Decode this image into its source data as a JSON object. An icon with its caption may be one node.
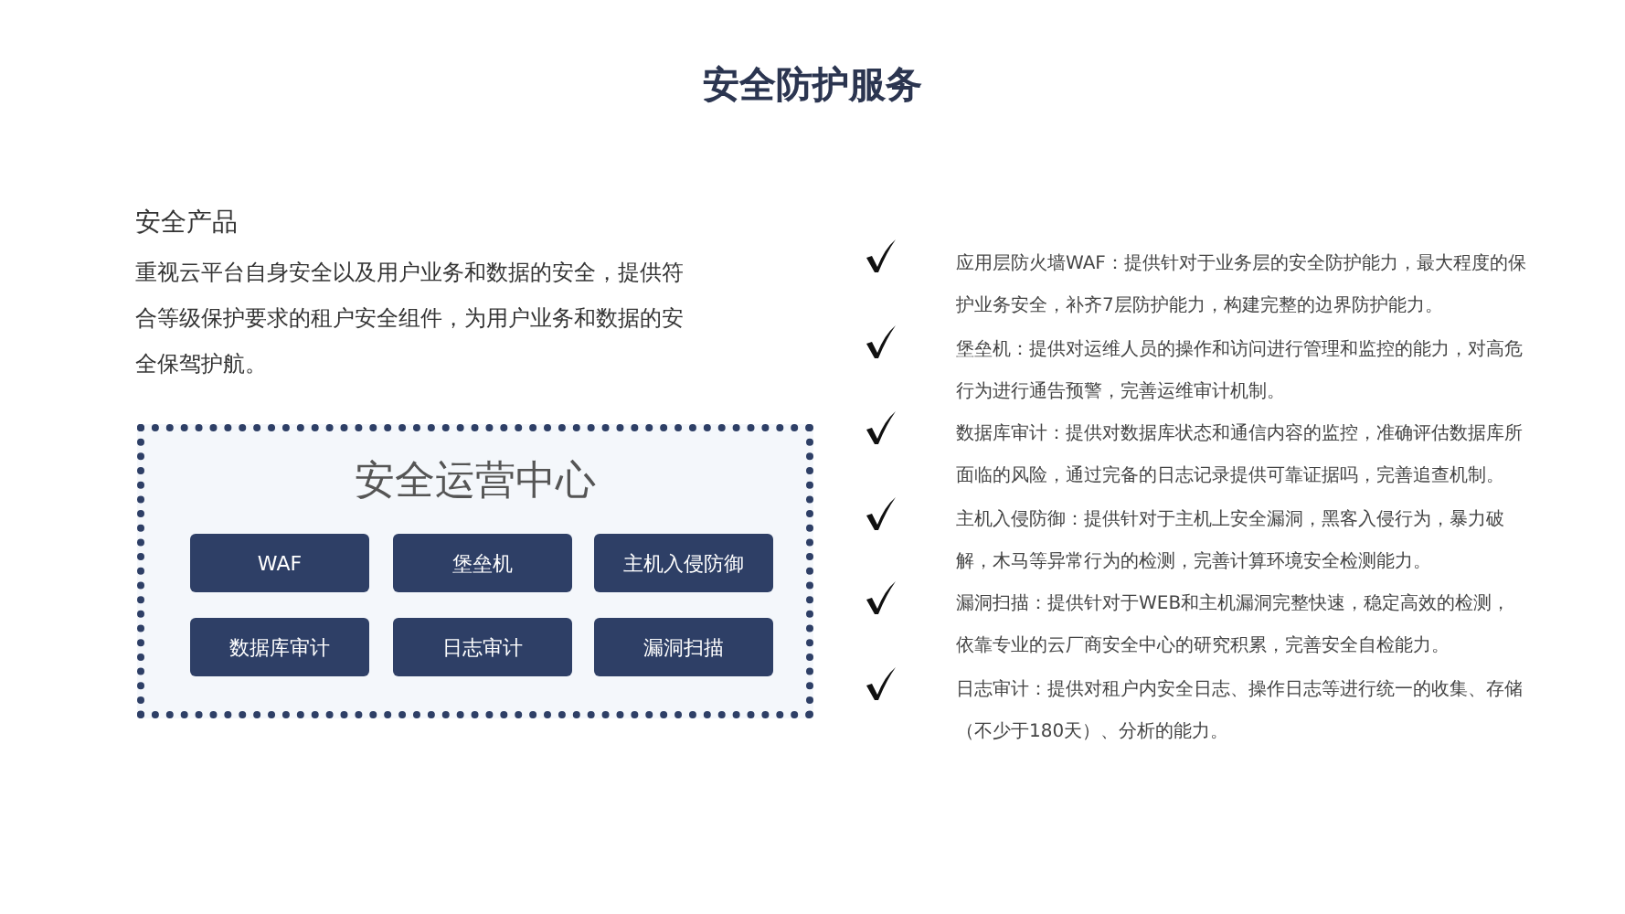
{
  "diagram": {
    "title": "安全防护服务",
    "nodes": [
      {
        "text": [
          "安全运营中心"
        ]
      },
      {
        "text": [
          "WAF"
        ],
        "in": 0
      },
      {
        "text": [
          "堡垒机"
        ],
        "in": 0
      },
      {
        "text": [
          "主机入侵防御"
        ],
        "in": 0
      },
      {
        "text": [
          "数据库审计"
        ],
        "in": 0
      },
      {
        "text": [
          "日志审计"
        ],
        "in": 0
      },
      {
        "text": [
          "漏洞扫描"
        ],
        "in": 0
      }
    ],
    "edges": [],
    "labels": [
      "安全产品",
      "重视云平台自身安全以及用户业务和数据的安全，提供符合等级保护要求的租户安全组件，为用户业务和数据的安全保驾护航。",
      "应用层防火墙WAF：提供针对于业务层的安全防护能力，最大程度的保护业务安全，补齐7层防护能力，构建完整的边界防护能力。",
      "堡垒机：提供对运维人员的操作和访问进行管理和监控的能力，对高危行为进行通告预警，完善运维审计机制。",
      "数据库审计：提供对数据库状态和通信内容的监控，准确评估数据库所面临的风险，通过完备的日志记录提供可靠证据吗，完善追查机制。",
      "主机入侵防御：提供针对于主机上安全漏洞，黑客入侵行为，暴力破解，木马等异常行为的检测，完善计算环境安全检测能力。",
      "漏洞扫描：提供针对于WEB和主机漏洞完整快速，稳定高效的检测，依靠专业的云厂商安全中心的研究积累，完善安全自检能力。",
      "日志审计：提供对租户内安全日志、操作日志等进行统一的收集、存储（不少于180天）、分析的能力。"
    ]
  }
}
